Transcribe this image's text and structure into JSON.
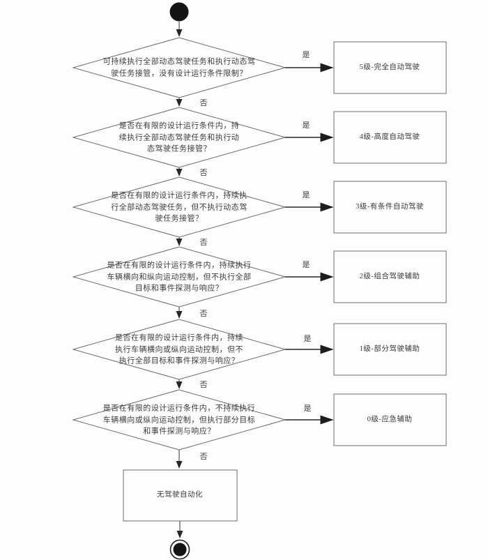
{
  "flow": {
    "yes_label": "是",
    "no_label": "否",
    "decisions": [
      {
        "text": "可持续执行全部动态驾驶任务和执行动态驾\n驶任务接管，没有设计运行条件限制？"
      },
      {
        "text": "是否在有限的设计运行条件内，持\n续执行全部动态驾驶任务和执行动\n态驾驶任务接管？"
      },
      {
        "text": "是否在有限的设计运行条件内，持续执\n行全部动态驾驶任务，但不执行动态驾\n驶任务接管？"
      },
      {
        "text": "是否在有限的设计运行条件内，持续执行\n车辆横向和纵向运动控制，但不执行全部\n目标和事件探测与响应？"
      },
      {
        "text": "是否在有限的设计运行条件内，持续\n执行车辆横向或纵向运动控制，但不\n执行全部目标和事件探测与响应？"
      },
      {
        "text": "是否在有限的设计运行条件内，不持续执行\n车辆横向或纵向运动控制，但执行部分目标\n和事件探测与响应？"
      }
    ],
    "levels": [
      {
        "label": "5级-完全自动驾驶"
      },
      {
        "label": "4级-高度自动驾驶"
      },
      {
        "label": "3级-有条件自动驾驶"
      },
      {
        "label": "2级-组合驾驶辅助"
      },
      {
        "label": "1级-部分驾驶辅助"
      },
      {
        "label": "0级-应急辅助"
      }
    ],
    "terminal": {
      "label": "无驾驶自动化"
    },
    "icons": {
      "start": "filled-circle-start-node",
      "end": "ringed-circle-end-node"
    }
  },
  "colors": {
    "background": "#fdfdfd",
    "shape_border": "#6a6a6a",
    "arrow": "#2f2f2f",
    "node_fill": "#141414",
    "text": "#3b3b3b"
  }
}
